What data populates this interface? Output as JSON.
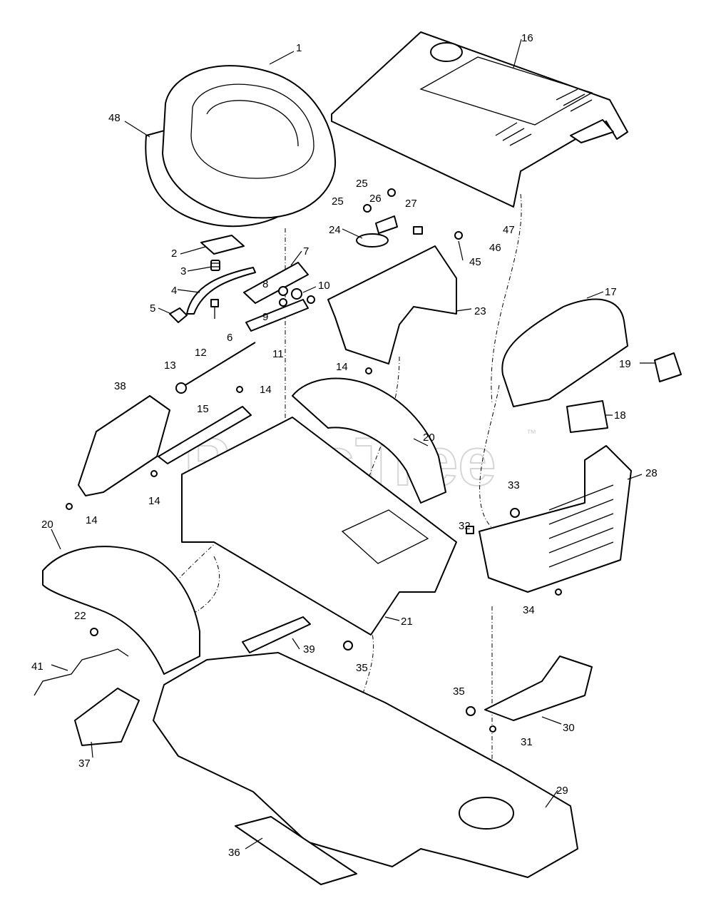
{
  "watermark": {
    "text": "PartsTree",
    "trademark": "™"
  },
  "callouts": [
    {
      "id": "c1",
      "label": "1"
    },
    {
      "id": "c48",
      "label": "48"
    },
    {
      "id": "c2",
      "label": "2"
    },
    {
      "id": "c3",
      "label": "3"
    },
    {
      "id": "c4",
      "label": "4"
    },
    {
      "id": "c5",
      "label": "5"
    },
    {
      "id": "c6",
      "label": "6"
    },
    {
      "id": "c7",
      "label": "7"
    },
    {
      "id": "c8",
      "label": "8"
    },
    {
      "id": "c9",
      "label": "9"
    },
    {
      "id": "c10",
      "label": "10"
    },
    {
      "id": "c11",
      "label": "11"
    },
    {
      "id": "c12",
      "label": "12"
    },
    {
      "id": "c13",
      "label": "13"
    },
    {
      "id": "c14a",
      "label": "14"
    },
    {
      "id": "c14b",
      "label": "14"
    },
    {
      "id": "c14c",
      "label": "14"
    },
    {
      "id": "c14d",
      "label": "14"
    },
    {
      "id": "c15",
      "label": "15"
    },
    {
      "id": "c16",
      "label": "16"
    },
    {
      "id": "c17",
      "label": "17"
    },
    {
      "id": "c18",
      "label": "18"
    },
    {
      "id": "c19",
      "label": "19"
    },
    {
      "id": "c20a",
      "label": "20"
    },
    {
      "id": "c20b",
      "label": "20"
    },
    {
      "id": "c21",
      "label": "21"
    },
    {
      "id": "c22",
      "label": "22"
    },
    {
      "id": "c23",
      "label": "23"
    },
    {
      "id": "c24",
      "label": "24"
    },
    {
      "id": "c25a",
      "label": "25"
    },
    {
      "id": "c25b",
      "label": "25"
    },
    {
      "id": "c26",
      "label": "26"
    },
    {
      "id": "c27",
      "label": "27"
    },
    {
      "id": "c28",
      "label": "28"
    },
    {
      "id": "c29",
      "label": "29"
    },
    {
      "id": "c30",
      "label": "30"
    },
    {
      "id": "c31",
      "label": "31"
    },
    {
      "id": "c32",
      "label": "32"
    },
    {
      "id": "c33",
      "label": "33"
    },
    {
      "id": "c34",
      "label": "34"
    },
    {
      "id": "c35a",
      "label": "35"
    },
    {
      "id": "c35b",
      "label": "35"
    },
    {
      "id": "c36",
      "label": "36"
    },
    {
      "id": "c37",
      "label": "37"
    },
    {
      "id": "c38",
      "label": "38"
    },
    {
      "id": "c39",
      "label": "39"
    },
    {
      "id": "c41",
      "label": "41"
    },
    {
      "id": "c45",
      "label": "45"
    },
    {
      "id": "c46",
      "label": "46"
    },
    {
      "id": "c47",
      "label": "47"
    }
  ]
}
